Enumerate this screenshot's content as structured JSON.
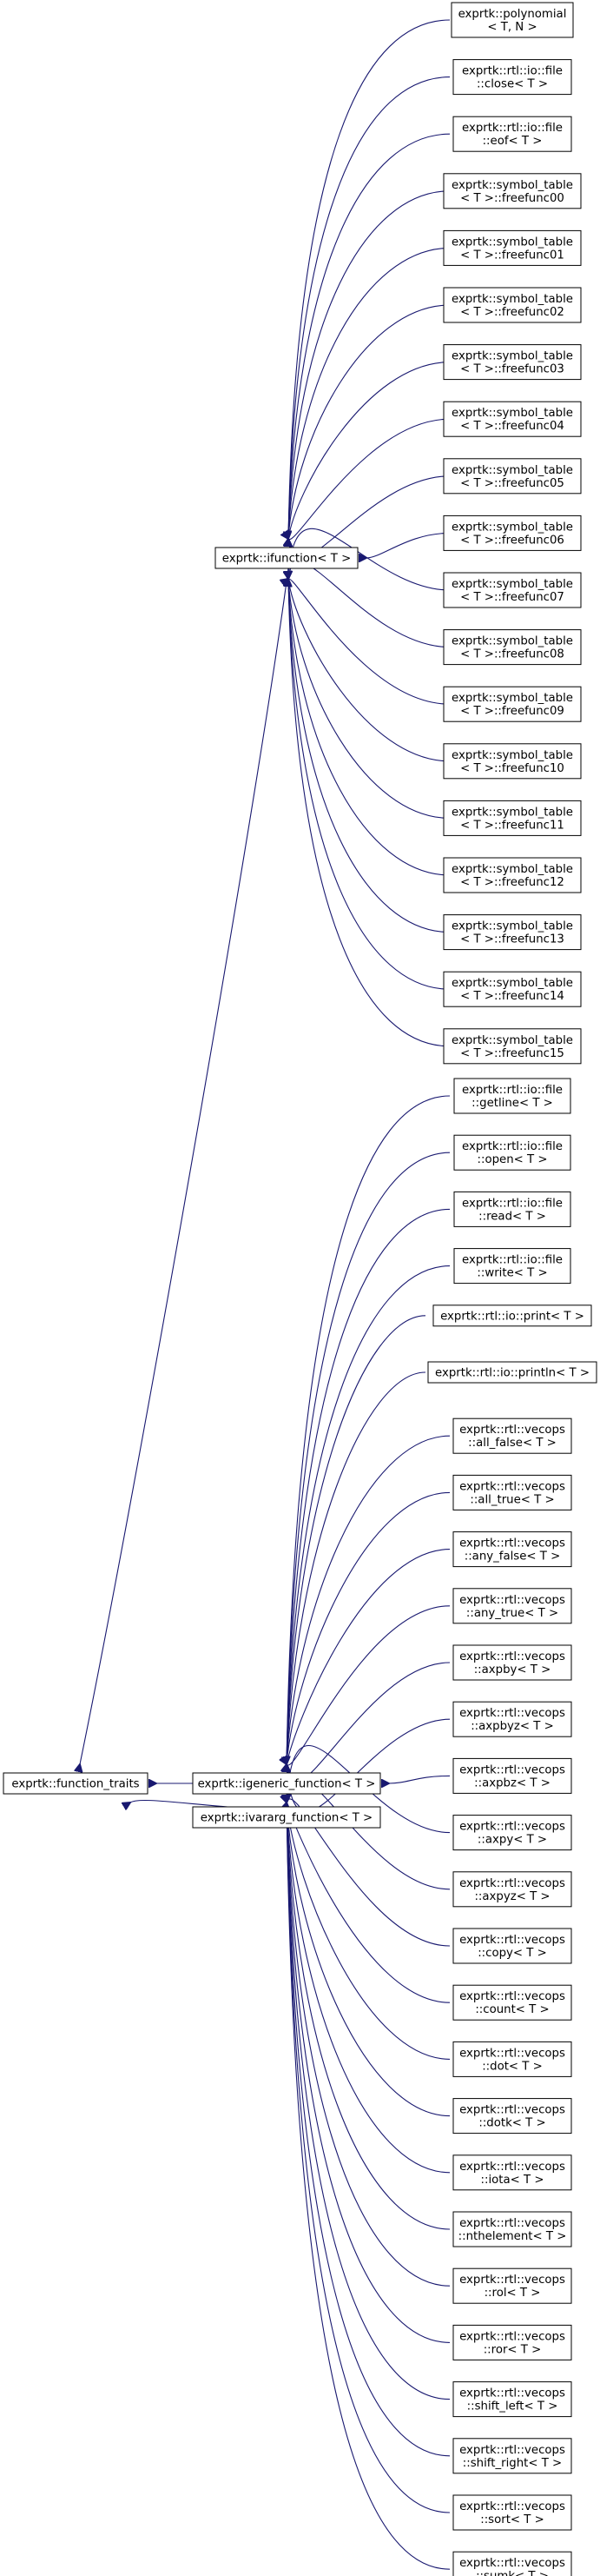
{
  "diagram": {
    "root": {
      "lines": [
        "exprtk::function_traits"
      ]
    },
    "parents": [
      {
        "id": "ifunction",
        "lines": [
          "exprtk::ifunction< T >"
        ]
      },
      {
        "id": "generic",
        "lines": [
          "exprtk::igeneric_function< T >"
        ]
      },
      {
        "id": "ivararg",
        "lines": [
          "exprtk::ivararg_function< T >"
        ]
      }
    ],
    "ifunction_children": [
      {
        "lines": [
          "exprtk::polynomial",
          "< T, N >"
        ]
      },
      {
        "lines": [
          "exprtk::rtl::io::file",
          "::close< T >"
        ]
      },
      {
        "lines": [
          "exprtk::rtl::io::file",
          "::eof< T >"
        ]
      },
      {
        "lines": [
          "exprtk::symbol_table",
          "< T >::freefunc00"
        ]
      },
      {
        "lines": [
          "exprtk::symbol_table",
          "< T >::freefunc01"
        ]
      },
      {
        "lines": [
          "exprtk::symbol_table",
          "< T >::freefunc02"
        ]
      },
      {
        "lines": [
          "exprtk::symbol_table",
          "< T >::freefunc03"
        ]
      },
      {
        "lines": [
          "exprtk::symbol_table",
          "< T >::freefunc04"
        ]
      },
      {
        "lines": [
          "exprtk::symbol_table",
          "< T >::freefunc05"
        ]
      },
      {
        "lines": [
          "exprtk::symbol_table",
          "< T >::freefunc06"
        ]
      },
      {
        "lines": [
          "exprtk::symbol_table",
          "< T >::freefunc07"
        ]
      },
      {
        "lines": [
          "exprtk::symbol_table",
          "< T >::freefunc08"
        ]
      },
      {
        "lines": [
          "exprtk::symbol_table",
          "< T >::freefunc09"
        ]
      },
      {
        "lines": [
          "exprtk::symbol_table",
          "< T >::freefunc10"
        ]
      },
      {
        "lines": [
          "exprtk::symbol_table",
          "< T >::freefunc11"
        ]
      },
      {
        "lines": [
          "exprtk::symbol_table",
          "< T >::freefunc12"
        ]
      },
      {
        "lines": [
          "exprtk::symbol_table",
          "< T >::freefunc13"
        ]
      },
      {
        "lines": [
          "exprtk::symbol_table",
          "< T >::freefunc14"
        ]
      },
      {
        "lines": [
          "exprtk::symbol_table",
          "< T >::freefunc15"
        ]
      }
    ],
    "generic_children": [
      {
        "lines": [
          "exprtk::rtl::io::file",
          "::getline< T >"
        ]
      },
      {
        "lines": [
          "exprtk::rtl::io::file",
          "::open< T >"
        ]
      },
      {
        "lines": [
          "exprtk::rtl::io::file",
          "::read< T >"
        ]
      },
      {
        "lines": [
          "exprtk::rtl::io::file",
          "::write< T >"
        ]
      },
      {
        "lines": [
          "exprtk::rtl::io::print< T >"
        ]
      },
      {
        "lines": [
          "exprtk::rtl::io::println< T >"
        ]
      },
      {
        "lines": [
          "exprtk::rtl::vecops",
          "::all_false< T >"
        ]
      },
      {
        "lines": [
          "exprtk::rtl::vecops",
          "::all_true< T >"
        ]
      },
      {
        "lines": [
          "exprtk::rtl::vecops",
          "::any_false< T >"
        ]
      },
      {
        "lines": [
          "exprtk::rtl::vecops",
          "::any_true< T >"
        ]
      },
      {
        "lines": [
          "exprtk::rtl::vecops",
          "::axpby< T >"
        ]
      },
      {
        "lines": [
          "exprtk::rtl::vecops",
          "::axpbyz< T >"
        ]
      },
      {
        "lines": [
          "exprtk::rtl::vecops",
          "::axpbz< T >"
        ]
      },
      {
        "lines": [
          "exprtk::rtl::vecops",
          "::axpy< T >"
        ]
      },
      {
        "lines": [
          "exprtk::rtl::vecops",
          "::axpyz< T >"
        ]
      },
      {
        "lines": [
          "exprtk::rtl::vecops",
          "::copy< T >"
        ]
      },
      {
        "lines": [
          "exprtk::rtl::vecops",
          "::count< T >"
        ]
      },
      {
        "lines": [
          "exprtk::rtl::vecops",
          "::dot< T >"
        ]
      },
      {
        "lines": [
          "exprtk::rtl::vecops",
          "::dotk< T >"
        ]
      },
      {
        "lines": [
          "exprtk::rtl::vecops",
          "::iota< T >"
        ]
      },
      {
        "lines": [
          "exprtk::rtl::vecops",
          "::nthelement< T >"
        ]
      },
      {
        "lines": [
          "exprtk::rtl::vecops",
          "::rol< T >"
        ]
      },
      {
        "lines": [
          "exprtk::rtl::vecops",
          "::ror< T >"
        ]
      },
      {
        "lines": [
          "exprtk::rtl::vecops",
          "::shift_left< T >"
        ]
      },
      {
        "lines": [
          "exprtk::rtl::vecops",
          "::shift_right< T >"
        ]
      },
      {
        "lines": [
          "exprtk::rtl::vecops",
          "::sort< T >"
        ]
      },
      {
        "lines": [
          "exprtk::rtl::vecops",
          "::sumk< T >"
        ]
      }
    ],
    "edge_color": "#191970"
  }
}
